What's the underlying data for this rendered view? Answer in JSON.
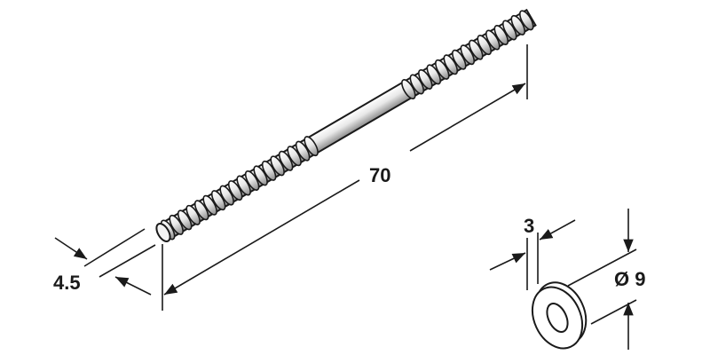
{
  "drawing": {
    "length_label": "70",
    "thread_diameter_label": "4.5",
    "washer_thickness_label": "3",
    "washer_diameter_label": "Ø 9"
  },
  "colors": {
    "line": "#1a1a1a",
    "metal_light": "#f2f2f2",
    "metal_shade": "#9a9a9a"
  }
}
